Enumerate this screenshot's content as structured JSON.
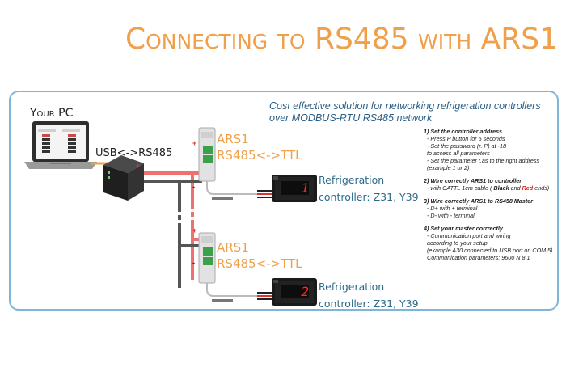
{
  "title": "Connecting to RS485 with ARS1",
  "subtitle": {
    "line1": "Cost effective solution for networking refrigeration controllers",
    "line2": "over MODBUS-RTU RS485 network"
  },
  "pc_label": "Your PC",
  "usb_label": "USB<->RS485",
  "converters": [
    {
      "name": "ARS1",
      "type": "RS485<->TTL"
    },
    {
      "name": "ARS1",
      "type": "RS485<->TTL"
    }
  ],
  "controllers": [
    {
      "line1": "Refrigeration",
      "line2": "controller: Z31, Y39",
      "display": "1"
    },
    {
      "line1": "Refrigeration",
      "line2": "controller: Z31, Y39",
      "display": "2"
    }
  ],
  "polarity": {
    "plus": "+",
    "minus": "-"
  },
  "steps": [
    {
      "title": "1) Set the controller address",
      "lines": [
        "- Press P button for 5 seconds",
        "- Set the password (r. P) at -18",
        "  to access all parameters",
        "- Set the parameter t.as to the right address",
        "  (example 1 or 2)"
      ]
    },
    {
      "title": "2) Wire correctly ARS1 to controller",
      "lines_prefix": "- with CATTL 1cm cable (",
      "black_word": "Black",
      "and_word": "and",
      "red_word": "Red",
      "lines_suffix": "ends)"
    },
    {
      "title": "3) Wire correctly ARS1 to RS458 Master",
      "lines": [
        "- D+ with + terminal",
        "- D- with - terminal"
      ]
    },
    {
      "title": "4) Set your master corrrectly",
      "lines": [
        "- Communication port  and wiring",
        "  according to your setup",
        "  (example A30 connected  to USB port on COM 5)",
        "  Communication parameters: 9600 N 8 1"
      ]
    }
  ],
  "colors": {
    "title": "#f0a04b",
    "frame": "#7fb6d8",
    "subtitle": "#2b5f86",
    "wire_red": "#f07070",
    "wire_dark": "#555555",
    "display_red": "#ff2a2a"
  }
}
